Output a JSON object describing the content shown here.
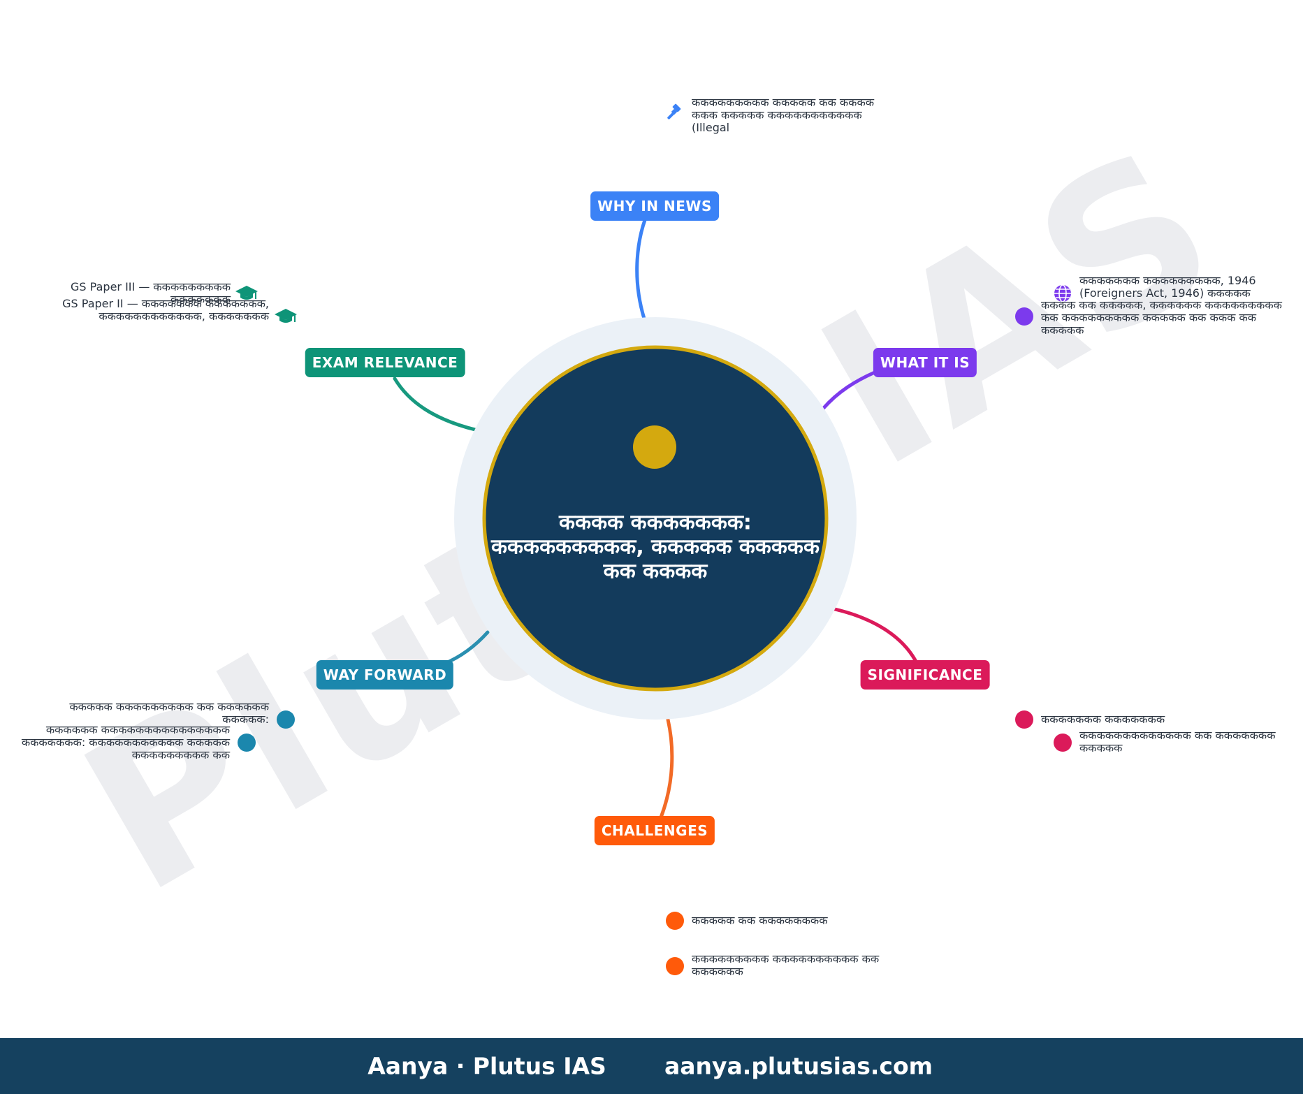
{
  "watermark": "Plutus IAS",
  "center": {
    "title": "कककक ककककककक: ककककककककक, ककककक ककककक कक कककक"
  },
  "branches": [
    {
      "id": "why",
      "label": "WHY IN NEWS",
      "color": "#3b82f6"
    },
    {
      "id": "what",
      "label": "WHAT IT IS",
      "color": "#7c3aed"
    },
    {
      "id": "significance",
      "label": "SIGNIFICANCE",
      "color": "#db1a5a"
    },
    {
      "id": "challenges",
      "label": "CHALLENGES",
      "color": "#ff5a0a"
    },
    {
      "id": "way",
      "label": "WAY FORWARD",
      "color": "#1b87ad"
    },
    {
      "id": "exam",
      "label": "EXAM RELEVANCE",
      "color": "#0e9478"
    }
  ],
  "leaves": {
    "why": [
      "ककककककककक ककककक कक कककक ककक ककककक ककककककककककक (Illegal"
    ],
    "what": [
      "ककककककक ककककककककक, 1946 (Foreigners Act, 1946) ककककक",
      "कककक कक ककककक, कककककक ककककककककक कक ककककककककक ककककक कक ककक कक ककककक"
    ],
    "significance": [
      "ककककककक ककककककक",
      "ककककककककककककक कक ककककककक ककककक"
    ],
    "challenges": [
      "ककककक कक कककककककक",
      "ककककककककक कककककककककक कक कककककक"
    ],
    "way": [
      "ककककक ककककककककक कक कककककक ककककक:",
      "कककककक ककककककककककककककक ककककककक: ककककककककककक ककककक ककककककककक कक"
    ],
    "exam": [
      "GS Paper III — ककककककककक ककककककक",
      "GS Paper II — ककककककक ककककककक, कककककककककककक, ककककककक"
    ]
  },
  "footer": {
    "brand": "Aanya · Plutus IAS",
    "url": "aanya.plutusias.com"
  },
  "colors": {
    "navy": "#133b5c",
    "gold": "#d4a90f",
    "halo": "#ebf1f7",
    "footer": "#15415f"
  }
}
